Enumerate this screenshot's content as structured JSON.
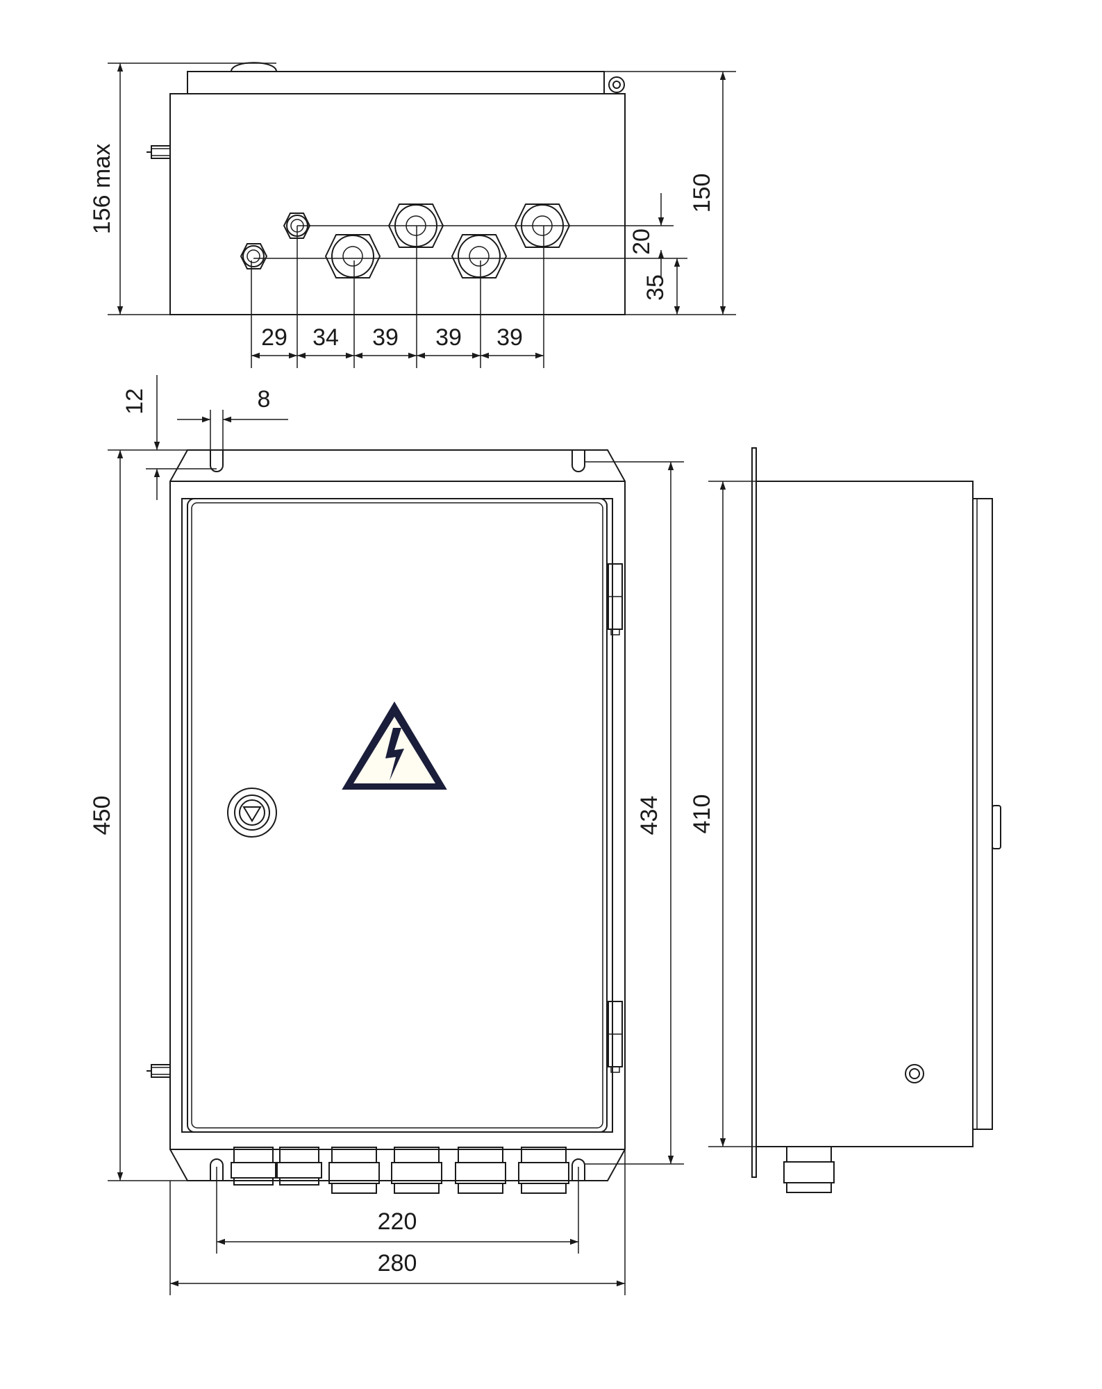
{
  "dimensions": {
    "top_height_max": "156 max",
    "top_height": "150",
    "gland_offset_upper": "20",
    "gland_offset_lower": "35",
    "gland_spacing": [
      "29",
      "34",
      "39",
      "39",
      "39"
    ],
    "slot_height": "12",
    "slot_width": "8",
    "overall_height": "450",
    "mount_height": "434",
    "side_height": "410",
    "mount_width": "220",
    "overall_width": "280"
  },
  "icons": {
    "warning": "high-voltage-warning-icon",
    "lock": "door-lock-icon"
  },
  "colors": {
    "line": "#1a1a1a",
    "warning_fill": "#fffdf2",
    "warning_stroke": "#1b1e3a"
  }
}
